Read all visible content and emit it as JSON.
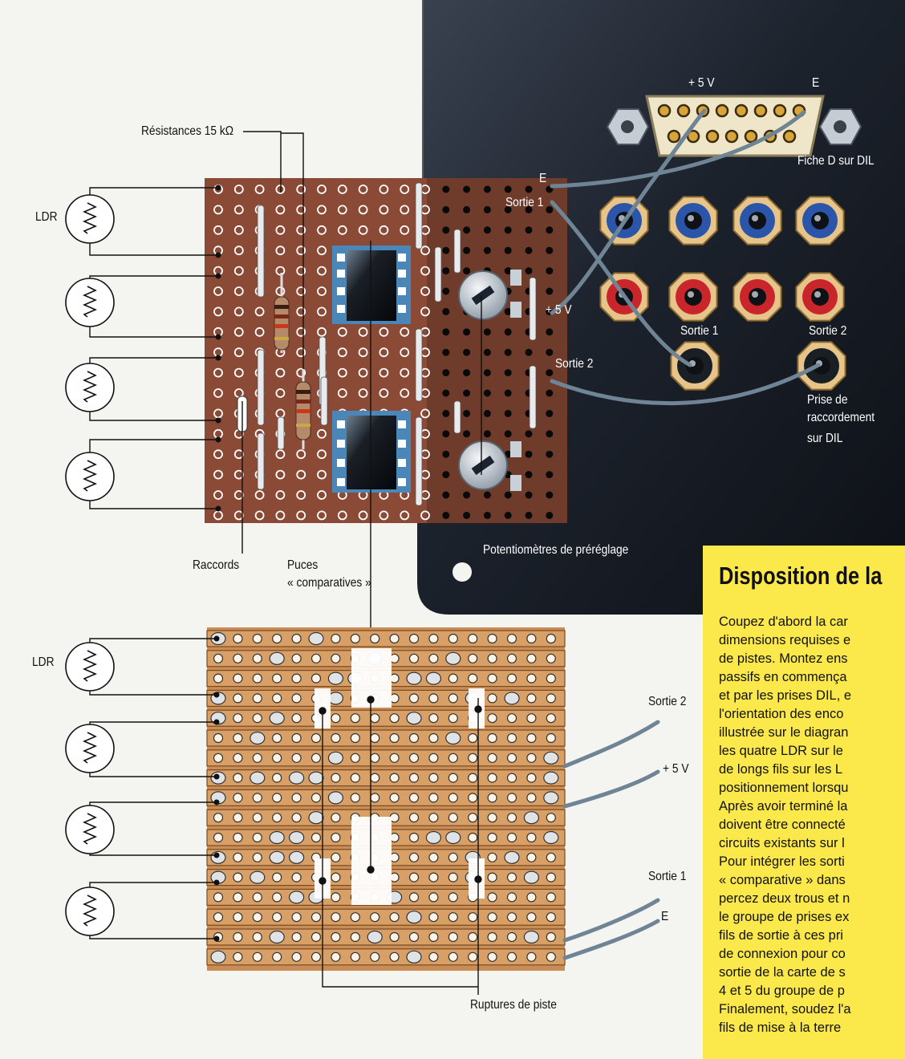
{
  "labels": {
    "resistances": "Résistances 15 kΩ",
    "ldr": "LDR",
    "raccords": "Raccords",
    "puces_line1": "Puces",
    "puces_line2": "« comparatives »",
    "potentiometres": "Potentiomètres de préréglage",
    "ruptures": "Ruptures de piste",
    "plus5v_top": "+ 5 V",
    "e_top": "E",
    "fiche_d": "Fiche D sur DIL",
    "e_board": "E",
    "sortie1_board": "Sortie 1",
    "plus5v_board": "+ 5 V",
    "sortie2_board": "Sortie 2",
    "sortie1_socket": "Sortie 1",
    "sortie2_socket": "Sortie 2",
    "prise_line1": "Prise de",
    "prise_line2": "raccordement",
    "prise_line3": "sur DIL",
    "sortie2_lower": "Sortie 2",
    "plus5v_lower": "+ 5 V",
    "sortie1_lower": "Sortie 1",
    "e_lower": "E"
  },
  "text_box": {
    "title": "Disposition de la",
    "lines": [
      "Coupez d'abord la car",
      "dimensions requises e",
      "de pistes. Montez ens",
      "passifs en commença",
      "et par les prises DIL, e",
      "l'orientation des enco",
      "illustrée sur le diagran",
      "les quatre LDR sur le",
      "de longs fils sur les L",
      "positionnement lorsqu",
      "Après avoir terminé la",
      "doivent être connecté",
      "circuits existants sur l",
      "Pour intégrer les sorti",
      "« comparative » dans",
      "percez deux trous et n",
      "le groupe de prises ex",
      "fils de sortie à ces pri",
      "de connexion pour co",
      "sortie de la carte de s",
      "4 et 5 du groupe de p",
      "Finalement, soudez l'a",
      "fils de mise à la terre"
    ]
  },
  "colors": {
    "panel": "#1d2430",
    "board_top": "#8a4a36",
    "board_bottom": "#c98d55",
    "socket_blue": "#2a55a8",
    "socket_red": "#c8262b",
    "socket_rim": "#e7c48a",
    "highlight": "#fbe84a"
  }
}
